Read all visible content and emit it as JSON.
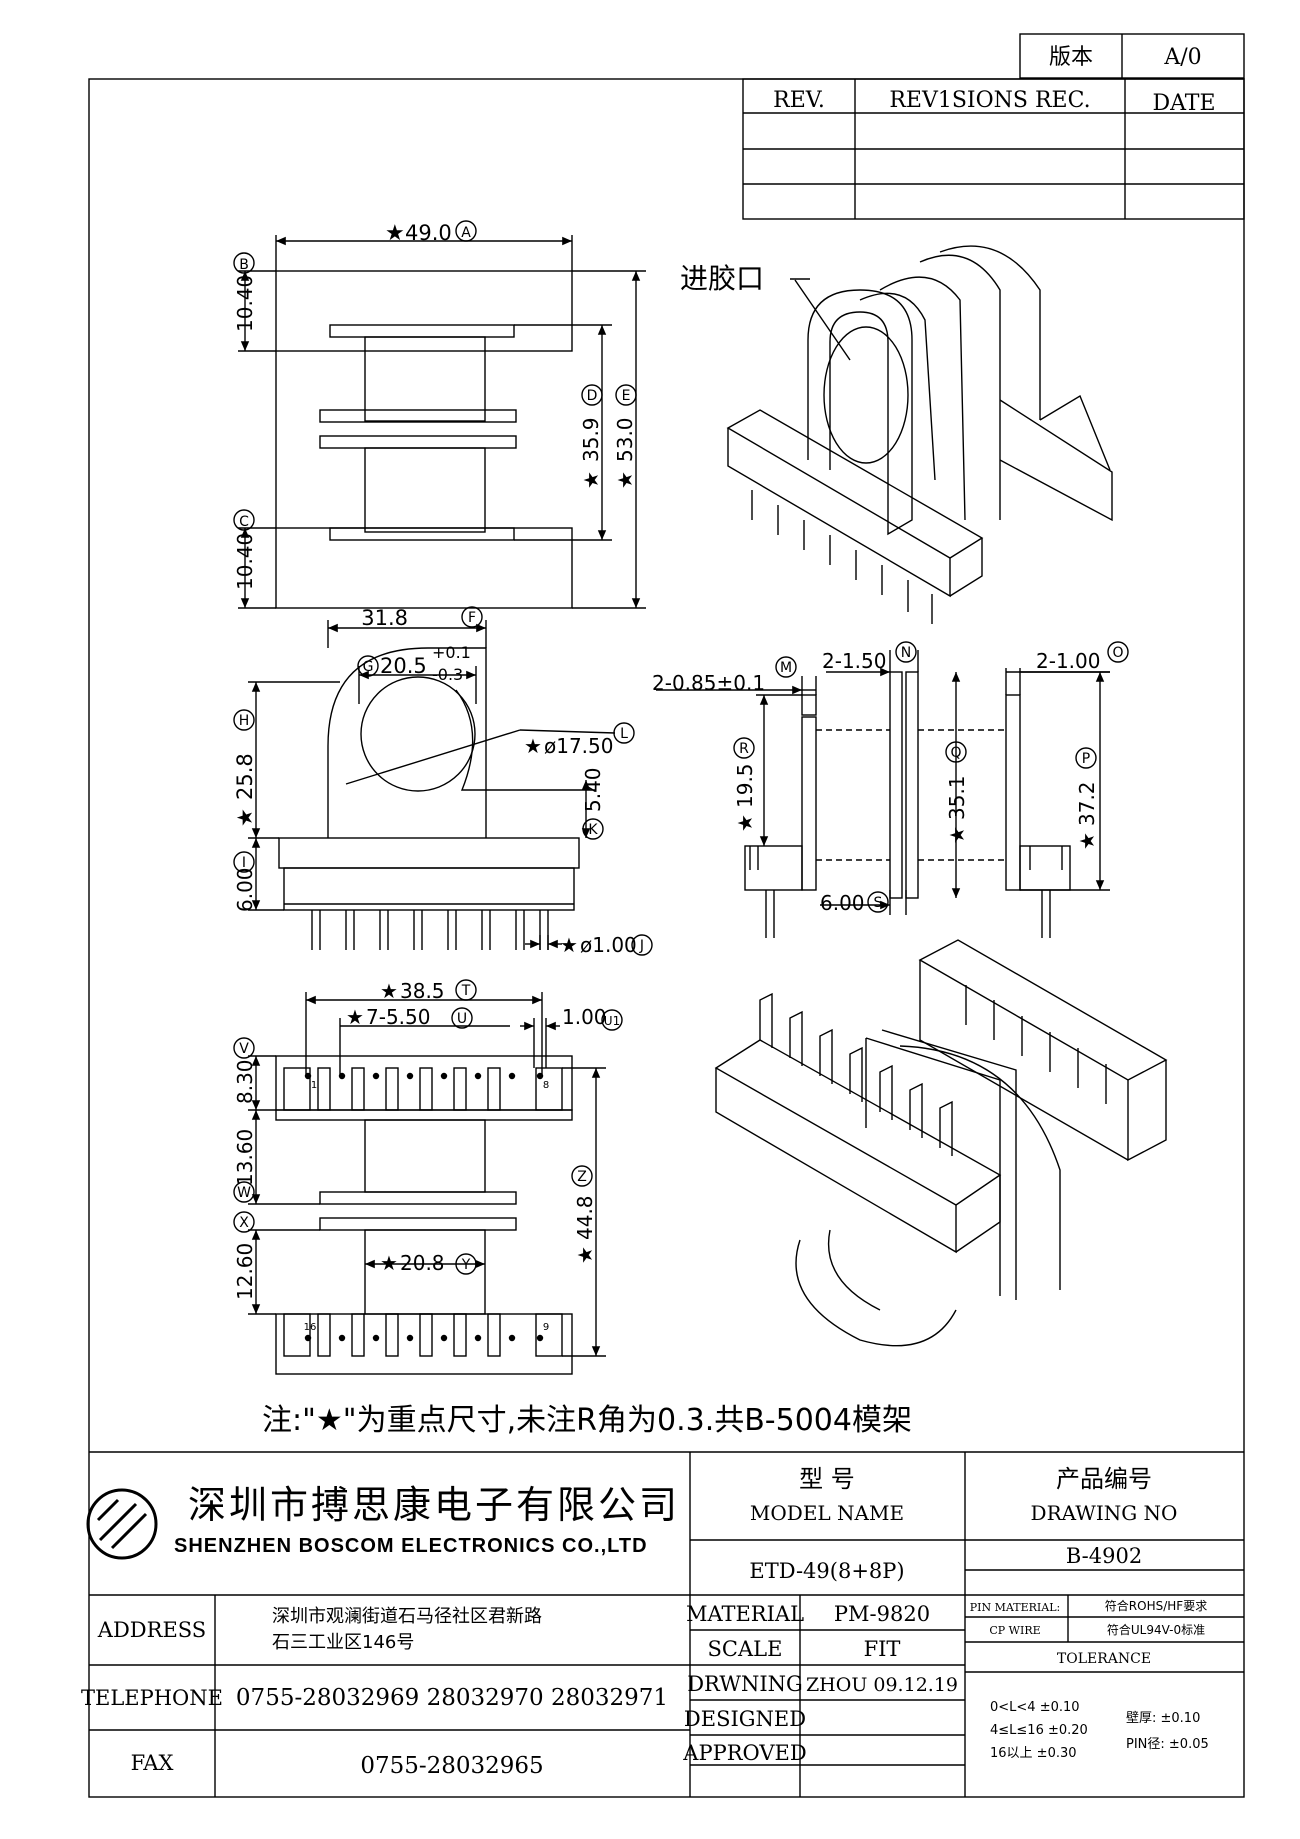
{
  "version_box": {
    "label": "版本",
    "value": "A/0"
  },
  "revisions": {
    "rev": "REV.",
    "rec": "REV1SIONS REC.",
    "date": "DATE"
  },
  "views": {
    "top": {
      "dim_A": "49.0",
      "lbl_A": "A",
      "lbl_B": "B",
      "dim_B": "10.40",
      "lbl_C": "C",
      "dim_C": "10.40",
      "dim_D": "35.9",
      "lbl_D": "D",
      "dim_E": "53.0",
      "lbl_E": "E"
    },
    "front": {
      "dim_F": "31.8",
      "lbl_F": "F",
      "dim_G": "20.5",
      "lbl_G": "G",
      "tol_G_plus": "+0.1",
      "tol_G_minus": "-0.3",
      "dim_H": "25.8",
      "lbl_H": "H",
      "lbl_I": "I",
      "dim_I": "6.00",
      "dim_L": "ø17.50",
      "lbl_L": "L",
      "dim_K": "5.40",
      "lbl_K": "K",
      "dim_J": "ø1.00",
      "lbl_J": "J"
    },
    "side": {
      "dim_M": "2-0.85±0.1",
      "lbl_M": "M",
      "dim_N": "2-1.50",
      "lbl_N": "N",
      "dim_O": "2-1.00",
      "lbl_O": "O",
      "dim_R": "19.5",
      "lbl_R": "R",
      "dim_Q": "35.1",
      "lbl_Q": "Q",
      "dim_P": "37.2",
      "lbl_P": "P",
      "dim_S": "6.00",
      "lbl_S": "S"
    },
    "bottom": {
      "dim_T": "38.5",
      "lbl_T": "T",
      "dim_U": "7-5.50",
      "lbl_U": "U",
      "dim_U1": "1.00",
      "lbl_U1": "U1",
      "lbl_V": "V",
      "dim_V": "8.30",
      "dim_W": "13.60",
      "lbl_W": "W",
      "lbl_X": "X",
      "dim_X": "12.60",
      "dim_Z": "44.8",
      "lbl_Z": "Z",
      "dim_Y": "20.8",
      "lbl_Y": "Y",
      "pin_1": "1",
      "pin_8": "8",
      "pin_16": "16",
      "pin_9": "9"
    },
    "iso_label": "进胶口"
  },
  "note": "注:\"★\"为重点尺寸,未注R角为0.3.共B-5004模架",
  "title_block": {
    "company_cn": "深圳市搏思康电子有限公司",
    "company_en": "SHENZHEN BOSCOM ELECTRONICS CO.,LTD",
    "model_cn": "型  号",
    "model_en": "MODEL NAME",
    "drawing_cn": "产品编号",
    "drawing_en": "DRAWING NO",
    "model_value": "ETD-49(8+8P)",
    "drawing_value": "B-4902",
    "address_label": "ADDRESS",
    "address_line1": "深圳市观澜街道石马径社区君新路",
    "address_line2": "石三工业区146号",
    "telephone_label": "TELEPHONE",
    "telephone_value": "0755-28032969 28032970 28032971",
    "fax_label": "FAX",
    "fax_value": "0755-28032965",
    "material_label": "MATERIAL",
    "material_value": "PM-9820",
    "scale_label": "SCALE",
    "scale_value": "FIT",
    "drawing_label": "DRWNING",
    "drawing_by": "ZHOU 09.12.19",
    "designed_label": "DESIGNED",
    "approved_label": "APPROVED",
    "pin_material_label": "PIN MATERIAL:",
    "pin_material_value": "符合ROHS/HF要求",
    "cp_wire_label": "CP WIRE",
    "cp_wire_value": "符合UL94V-0标准",
    "tolerance_label": "TOLERANCE",
    "tol_row1": "0<L<4    ±0.10",
    "tol_row2": "4≤L≤16  ±0.20",
    "tol_row3": "16以上    ±0.30",
    "wall_label": "壁厚:  ±0.10",
    "pin_label": "PIN径: ±0.05"
  }
}
